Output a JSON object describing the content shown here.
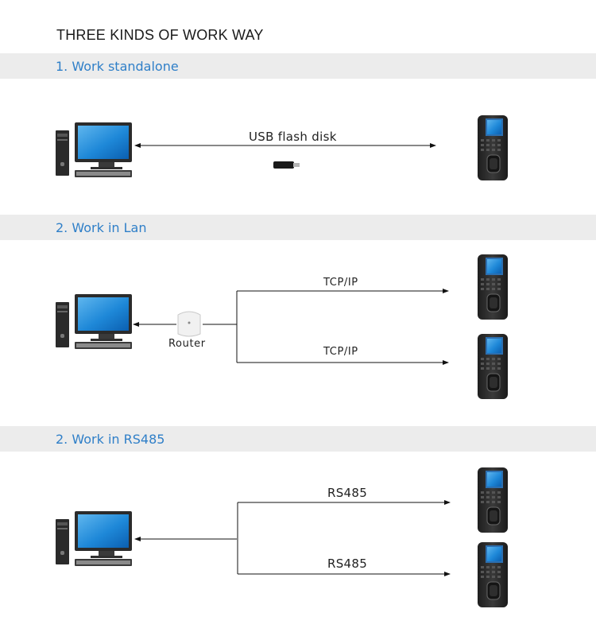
{
  "title": "THREE KINDS OF WORK WAY",
  "sections": [
    {
      "label": "1. Work standalone",
      "links": [
        "USB flash disk"
      ]
    },
    {
      "label": "2. Work in Lan",
      "router_label": "Router",
      "links": [
        "TCP/IP",
        "TCP/IP"
      ]
    },
    {
      "label": "2. Work in RS485",
      "links": [
        "RS485",
        "RS485"
      ]
    }
  ],
  "colors": {
    "section_label": "#2f7fc8",
    "band": "#ececec",
    "screen": "#1e88d8"
  },
  "icons": [
    "computer-icon",
    "fingerprint-terminal-icon",
    "usb-flash-disk-icon",
    "router-icon"
  ]
}
